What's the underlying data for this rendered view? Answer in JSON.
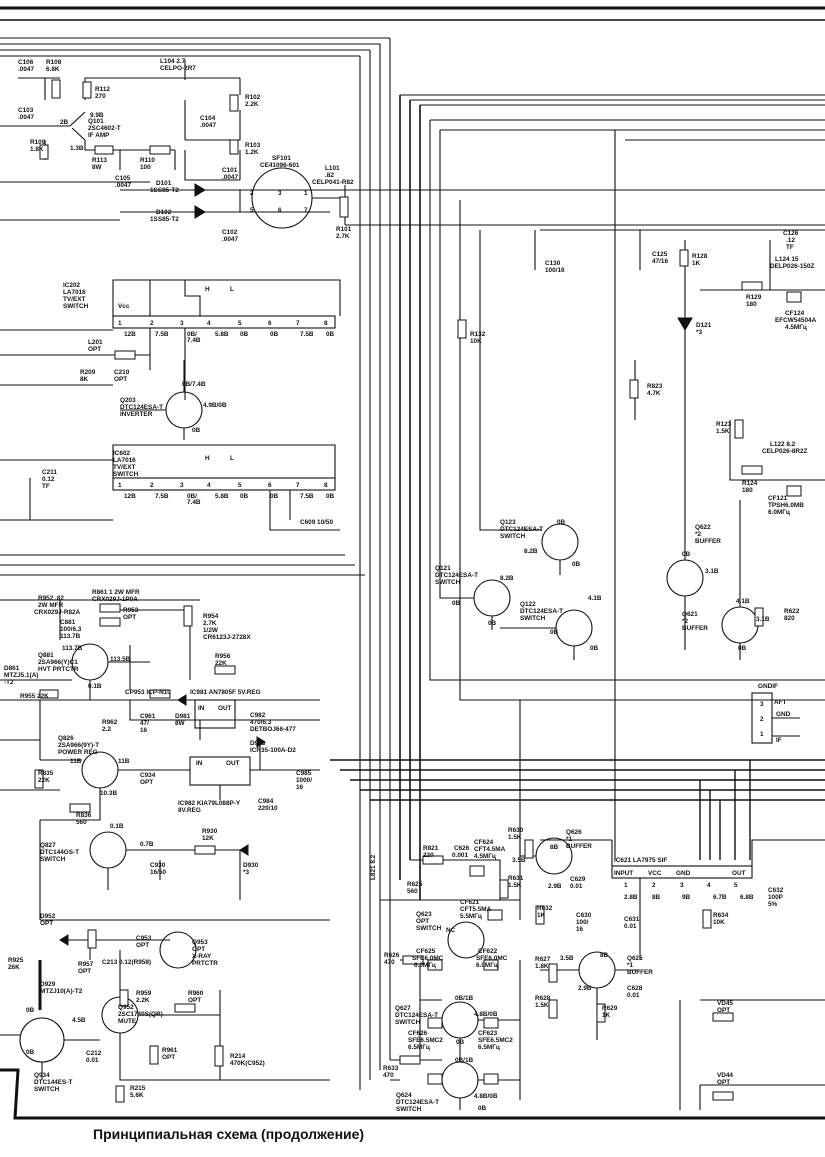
{
  "caption": "Принципиальная схема (продолжение)",
  "colors": {
    "ink": "#111111",
    "paper": "#ffffff"
  },
  "labels": {
    "c106": "C106",
    "c106v": ".0047",
    "r108": "R108",
    "r108v": "6.8K",
    "r112": "R112",
    "r112v": "270",
    "l104": "L104 2.7",
    "l104v": "CELPO-2R7",
    "c103": "C103",
    "c103v": ".0047",
    "q101": "Q101",
    "q101t": "2SC4602-T",
    "q101f": "IF AMP",
    "r109": "R109",
    "r109v": "1.8K",
    "r113": "R113",
    "r113v": "8W",
    "r110": "R110",
    "r110v": "100",
    "v98": "9.9B",
    "v13": "1.3B",
    "v2b": "2B",
    "c104": "C104",
    "c104v": ".0047",
    "r102": "R102",
    "r102v": "2.2K",
    "r103": "R103",
    "r103v": "1.2K",
    "c105": "C105",
    "c105v": ".0047",
    "d101": "D101",
    "d101t": "1SS85-T2",
    "d102": "D102",
    "d102t": "1SS85-T2",
    "c101": "C101",
    "c101v": ".0047",
    "c102": "C102",
    "c102v": ".0047",
    "sf101": "SF101",
    "sf101t": "CE41096-601",
    "l101": "L101",
    "l101v": ".82",
    "l101t": "CELP041-R82",
    "r101": "R101",
    "r101v": "2.7K",
    "ic202": "IC202",
    "ic202t": "LA7016",
    "ic202f": "TV/EXT",
    "ic202s": "SWITCH",
    "vcc": "Vcc",
    "v12b": "12B",
    "v75b": "7.5B",
    "v0874": "0B/",
    "v74": "7.4B",
    "v58b": "5.8B",
    "v0b": "0B",
    "pinH": "H",
    "pinL": "L",
    "l201": "L201",
    "l201v": "OPT",
    "r209": "R209",
    "r209v": "8K",
    "c210": "C210",
    "c210v": "OPT",
    "v0b74": "0B/7.4B",
    "q203": "Q203",
    "q203t": "DTC124ESA-T",
    "q203f": "INVERTER",
    "v4908": "4.9B/0B",
    "ic602": "IC602",
    "ic602t": "LA7016",
    "ic602f": "TV/EXT",
    "ic602s": "SWITCH",
    "c211": "C211",
    "c211v": "0.12",
    "c211t": "TF",
    "c609": "C609 10/50",
    "r861": "R861 1 2W MFR",
    "r861t": "CRX029J-1P0A",
    "r952": "R952 .82",
    "r952v": "2W MFR",
    "r952t": "CRX029J-R82A",
    "r953": "R953",
    "r953v": "OPT",
    "r954": "R954",
    "r954v": "2.7K",
    "r954w": "1/2W",
    "r954t": "CR6123J-2728X",
    "c881": "C881",
    "c881v": "100/6.3",
    "v1137": "113.7B",
    "q881": "Q881",
    "q881t": "2SA966(Y)C1",
    "q881f": "HVT PRTCTR",
    "v1135": "113.5B",
    "v01": "0.1B",
    "d861": "D861",
    "d861t": "MTZJ5.1(A)",
    "dT2": "-T2",
    "r956": "R956",
    "r956v": "22K",
    "r955": "R955 22K",
    "cp953": "CP953 ICP-N10",
    "ic981": "IC981 AN7805F 5V.REG",
    "r962": "R962",
    "r962v": "2.2",
    "c961": "C961",
    "c961v": "47/",
    "c961w": "16",
    "d981": "D981",
    "d981v": "8W",
    "c982": "C982",
    "c982v": "470/6.3",
    "c982t": "DETBOJ66-477",
    "in": "IN",
    "out": "OUT",
    "q826": "Q826",
    "q826t": "2SA966(9Y)-T",
    "q826f": "POWER REG",
    "v11b": "11B",
    "v103": "10.3B",
    "d983": "D983",
    "d983t": "ICR35-100A-D2",
    "r835": "R835",
    "r835v": "22K",
    "c934": "C934",
    "c934v": "OPT",
    "ic982": "IC982 KIA79L088P-Y",
    "ic982f": "8V.REG",
    "c984": "C984",
    "c984v": "220/10",
    "c985": "C985",
    "c985v": "1000/",
    "c985w": "16",
    "r836": "R836",
    "r836v": "560",
    "q827": "Q827",
    "q827t": "DTC144GS-T",
    "q827f": "SWITCH",
    "v01b": "0.1B",
    "v07b": "0.7B",
    "r930": "R930",
    "r930v": "12K",
    "c930": "C930",
    "c930v": "16/50",
    "d930": "D930",
    "d930v": "*3",
    "l821": "L821 8.2",
    "c130": "C130",
    "c130v": "100/16",
    "c125": "C125",
    "c125v": "47/16",
    "r128": "R128",
    "r128v": "1K",
    "c126": "C126",
    "c126v": ".12",
    "c126t": "TF",
    "l124": "L124 15",
    "l124t": "DELP026-150Z",
    "r129": "R129",
    "r129v": "180",
    "cf124": "CF124",
    "cf124t": "EFCW54504A",
    "cf124f": "4.5МГц",
    "d121": "D121",
    "d121v": "*3",
    "r132": "R132",
    "r132v": "10K",
    "r823": "R823",
    "r823v": "4.7K",
    "r123": "R123",
    "r123v": "1.5K",
    "l122": "L122 8.2",
    "l122t": "CELP026-8R2Z",
    "r124": "R124",
    "r124v": "180",
    "cf121": "CF121",
    "cf121t": "TPSH6.0MB",
    "cf121f": "6.0МГц",
    "q123": "Q123",
    "q123t": "DTC124ESA-T",
    "q123f": "SWITCH",
    "v82": "8.2B",
    "q622": "Q622",
    "q622v": "*2",
    "q622f": "BUFFER",
    "v31": "3.1B",
    "q121": "Q121",
    "q121t": "DTC124ESA-T",
    "q121f": "SWITCH",
    "q122": "Q122",
    "q122t": "DTC124ESA-T",
    "q122f": "SWITCH",
    "v41": "4.1B",
    "q621": "Q621",
    "q621v": "*2",
    "q621f": "BUFFER",
    "r622": "R622",
    "r622v": "820",
    "gndif": "GNDIF",
    "aft": "AFT",
    "gnd": "GND",
    "if": "IF",
    "p1": "1",
    "p2": "2",
    "p3": "3",
    "p4": "4",
    "p5": "5",
    "p6": "6",
    "p7": "7",
    "p8": "8",
    "r630": "R630",
    "r630v": "1.5K",
    "q626": "Q626",
    "q626v": "*1",
    "q626f": "BUFFER",
    "r821": "R821",
    "r821v": "220",
    "c626": "C626",
    "c626v": "0.001",
    "cf624": "CF624",
    "cf624t": "CFT4.5MA",
    "cf624f": "4.5МГц",
    "v35": "3.5B",
    "v8b": "8B",
    "v29": "2.9B",
    "c629": "C629",
    "c629v": "0.01",
    "r631": "R631",
    "r631v": "1.5K",
    "r625": "R625",
    "r625v": "560",
    "cf621": "CF621",
    "cf621t": "CFT5.5MA",
    "cf621f": "5.5МГц",
    "q623": "Q623",
    "q623t": "OPT",
    "q623f": "SWITCH",
    "nc": "NC",
    "r632": "R632",
    "r632v": "1K",
    "c630": "C630",
    "c630v": "100/",
    "c630w": "16",
    "ic621": "IC621 LA7975 SIF",
    "input": "INPUT",
    "vccb": "VCC",
    "gndb": "GND",
    "outb": "OUT",
    "v28": "2.8B",
    "v9b": "9B",
    "v67": "6.7B",
    "v68": "6.8B",
    "c631": "C631",
    "c631v": "0.01",
    "r634": "R634",
    "r634v": "10K",
    "c632": "C632",
    "c632v": "100P",
    "c632w": "5%",
    "r626": "R626",
    "r626v": "470",
    "cf625": "CF625",
    "cf625t": "SFE6.0MC",
    "cf625f": "6.0МГц",
    "cf622": "CF622",
    "cf622t": "SFE6.0MC",
    "cf622f": "6.0МГц",
    "r627": "R627",
    "r627v": "1.8K",
    "q625": "Q625",
    "q625v": "*1",
    "q625f": "BUFFER",
    "r628": "R628",
    "r628v": "1.5K",
    "r629": "R629",
    "r629v": "1K",
    "c628": "C628",
    "c628v": "0.01",
    "q627": "Q627",
    "q627t": "DTC124ESA-T",
    "q627f": "SWITCH",
    "v0b18": "0B/1B",
    "v4808": "4.8B/0B",
    "cf626": "CF626",
    "cf626t": "SFE6.5MC2",
    "cf626f": "6.5МГц",
    "cf623": "CF623",
    "cf623t": "SFE6.5MC2",
    "cf623f": "6.5МГц",
    "r633": "R633",
    "r633v": "470",
    "q624": "Q624",
    "q624t": "DTC124ESA-T",
    "q624f": "SWITCH",
    "vd45": "VD45",
    "vd45v": "OPT",
    "vd44": "VD44",
    "vd44v": "OPT",
    "d952": "D952",
    "d952v": "OPT",
    "c953": "C953",
    "c953v": "OPT",
    "q953": "Q953",
    "q953v": "OPT",
    "q953f": "X-RAY",
    "q953s": "PRTCTR",
    "r957": "R957",
    "r957v": "OPT",
    "c213": "C213 0.12(R958)",
    "r925": "R925",
    "r925v": "26K",
    "d929": "D929",
    "d929t": "MTZJ10(A)-T2",
    "r959": "R959",
    "r959v": "2.2K",
    "r960": "R960",
    "r960v": "OPT",
    "q952": "Q952",
    "q952t": "2SC1740S(QR)",
    "q952f": "MUTE",
    "v45": "4.5B",
    "c212": "C212",
    "c212v": "0.01",
    "r961": "R961",
    "r961v": "OPT",
    "r214": "R214",
    "r214v": "470K(C952)",
    "q934": "Q934",
    "q934t": "DTC144ES-T",
    "q934f": "SWITCH",
    "r215": "R215",
    "r215v": "5.6K"
  }
}
